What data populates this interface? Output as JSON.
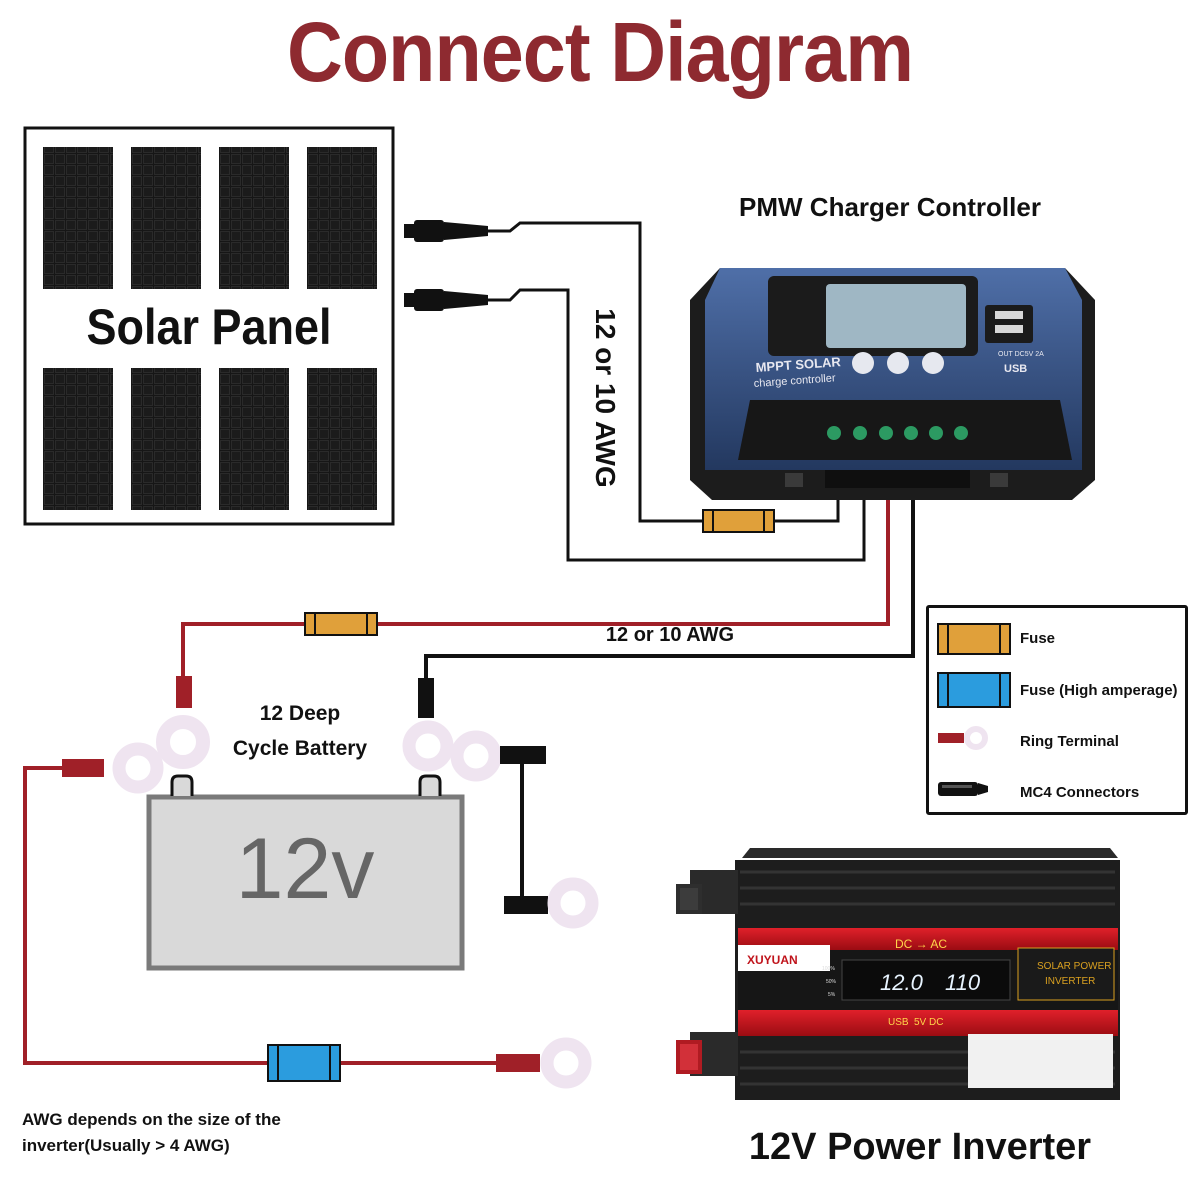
{
  "title": "Connect Diagram",
  "solar_panel": {
    "label": "Solar Panel"
  },
  "controller": {
    "label": "PMW Charger Controller",
    "face_text_line1": "MPPT SOLAR",
    "face_text_line2": "charge controller",
    "usb_label": "USB",
    "usb_spec": "OUT DC5V 2A"
  },
  "wire_labels": {
    "panel_to_controller": "12 or 10 AWG",
    "controller_to_battery": "12 or 10 AWG"
  },
  "battery": {
    "label_line1": "12 Deep",
    "label_line2": "Cycle Battery",
    "voltage": "12v"
  },
  "legend": [
    {
      "label": "Fuse",
      "icon": "fuse-icon"
    },
    {
      "label": "Fuse (High amperage)",
      "icon": "high-amp-fuse-icon"
    },
    {
      "label": "Ring Terminal",
      "icon": "ring-terminal-icon"
    },
    {
      "label": "MC4 Connectors",
      "icon": "mc4-connector-icon"
    }
  ],
  "inverter": {
    "label": "12V Power Inverter",
    "brand": "XUYUAN",
    "dc_ac": "DC → AC",
    "panel_title_line1": "SOLAR POWER",
    "panel_title_line2": "INVERTER",
    "display_value": "12.0",
    "display_value2": "110",
    "usb_text": "USB",
    "usb_volt": "5V DC",
    "tick_100": "100%",
    "tick_50": "50%",
    "tick_5": "5%"
  },
  "note": {
    "line1": "AWG depends on the size of the",
    "line2": "inverter(Usually > 4 AWG)"
  },
  "colors": {
    "title": "#8e2a30",
    "wire_red": "#a02028",
    "wire_black": "#111111",
    "fuse": "#e0a03a",
    "high_amp_fuse": "#2b9cde",
    "ring": "#efe4f0"
  }
}
